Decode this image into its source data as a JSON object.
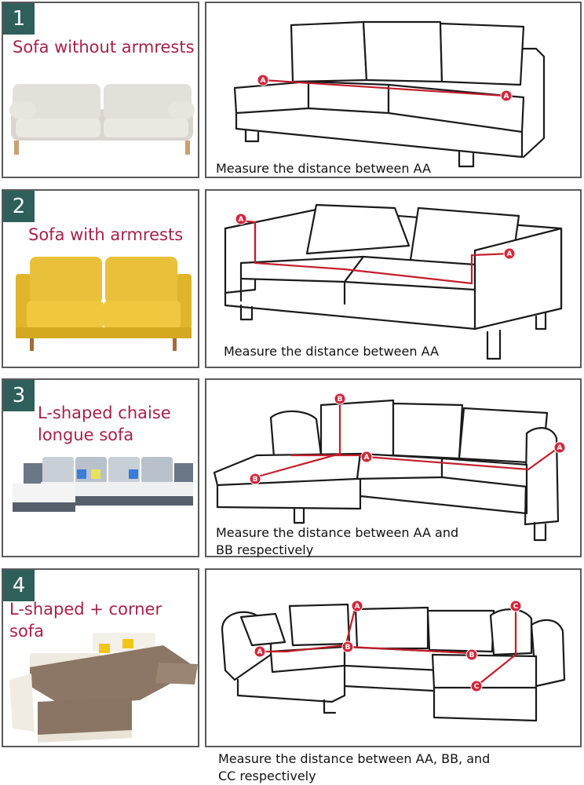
{
  "sections": [
    {
      "number": "1",
      "title_lines": [
        "Sofa without armrests"
      ],
      "caption_lines": [
        "Measure the distance between AA"
      ]
    },
    {
      "number": "2",
      "title_lines": [
        "Sofa with armrests"
      ],
      "caption_lines": [
        "Measure the distance between AA"
      ]
    },
    {
      "number": "3",
      "title_lines": [
        "L-shaped chaise",
        "longue sofa"
      ],
      "caption_lines": [
        "Measure the distance between AA and",
        "BB respectively"
      ]
    },
    {
      "number": "4",
      "title_lines": [
        "L-shaped + corner sofa"
      ],
      "caption_lines": [
        "Measure the distance between AA, BB, and",
        "CC respectively"
      ]
    }
  ],
  "markers": {
    "a": "A",
    "b": "B",
    "c": "C"
  },
  "colors": {
    "badge": "#2f5f5a",
    "title": "#a8214a",
    "measure_line": "#c41e2a",
    "marker": "#d2273a",
    "border": "#5a5a5a"
  },
  "icons": {
    "sofa_photo": "sofa-photo-icon",
    "sofa_drawing": "sofa-line-drawing-icon"
  }
}
